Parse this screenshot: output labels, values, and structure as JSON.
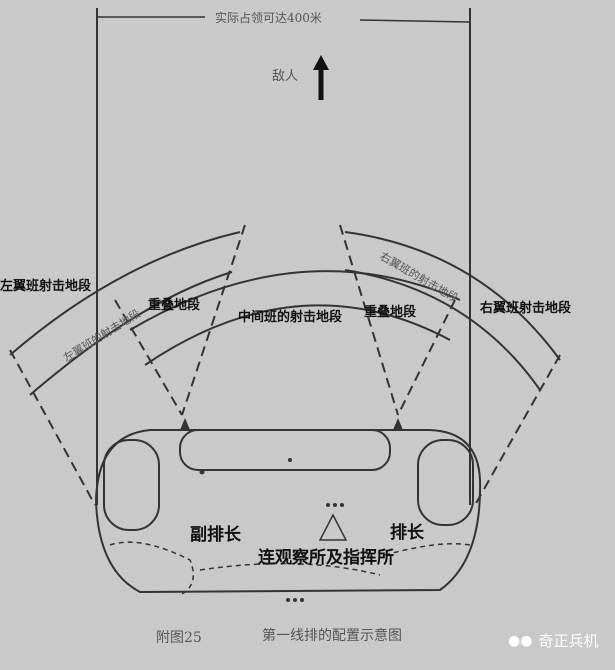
{
  "diagram": {
    "top_dimension": "实际占领可达400米",
    "enemy_label": "敌人",
    "left_wing_sector": "左翼班射击地段",
    "right_wing_sector": "右翼班射击地段",
    "middle_sector": "中间班的射击地段",
    "overlap_left": "重叠地段",
    "overlap_right": "重叠地段",
    "arc_left_printed": "左翼班的射击地段",
    "arc_right_printed": "右翼班的射击地段",
    "deputy_platoon_leader": "副排长",
    "platoon_leader": "排长",
    "command_post": "连观察所及指挥所",
    "figure_number": "附图25",
    "figure_caption": "第一线排的配置示意图"
  },
  "watermark": {
    "icon": "wechat-icon",
    "text": "奇正兵机"
  }
}
